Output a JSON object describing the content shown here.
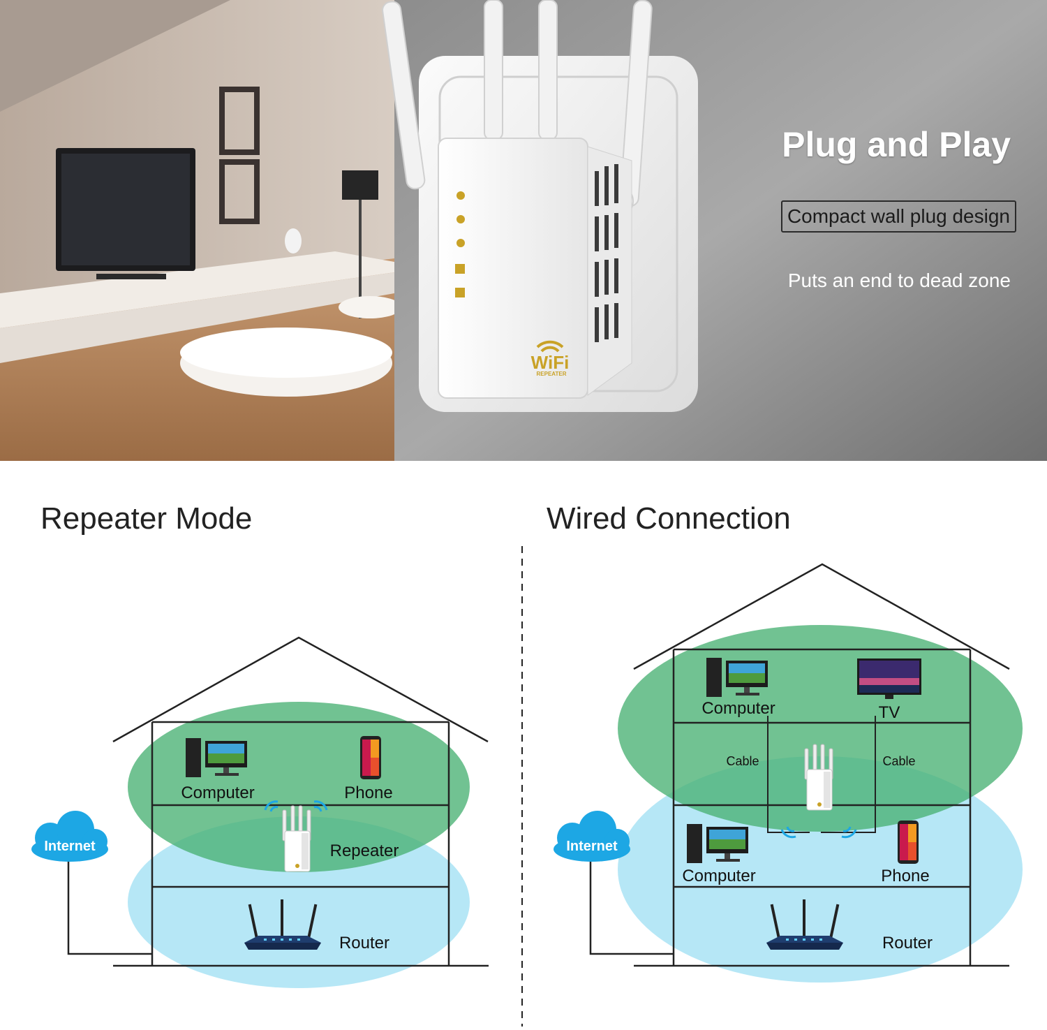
{
  "hero": {
    "title": "Plug and Play",
    "boxed_text": "Compact wall plug design",
    "subtitle": "Puts an end to dead zone",
    "device_logo": "WiFi",
    "device_logo_sub": "REPEATER"
  },
  "repeater_mode": {
    "title": "Repeater Mode",
    "cloud": "Internet",
    "computer": "Computer",
    "phone": "Phone",
    "repeater": "Repeater",
    "router": "Router"
  },
  "wired_connection": {
    "title": "Wired Connection",
    "cloud": "Internet",
    "computer_top": "Computer",
    "tv": "TV",
    "cable_left": "Cable",
    "cable_right": "Cable",
    "computer_bottom": "Computer",
    "phone": "Phone",
    "router": "Router"
  },
  "colors": {
    "green_zone": "#5fc08a",
    "blue_zone": "#a9e3f4",
    "cloud": "#1da7e4",
    "device_accent": "#c9a227"
  }
}
